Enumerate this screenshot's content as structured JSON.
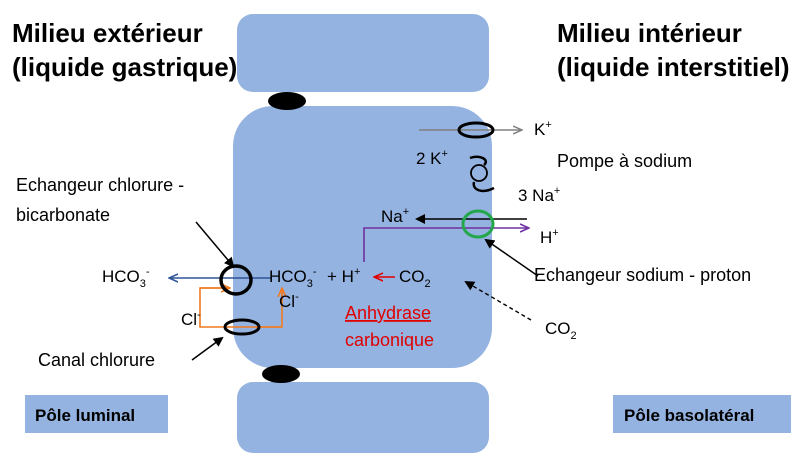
{
  "headers": {
    "left_line1": "Milieu extérieur",
    "left_line2": "(liquide gastrique)",
    "right_line1": "Milieu intérieur",
    "right_line2": "(liquide interstitiel)"
  },
  "labels": {
    "echangeur_cl_line1": "Echangeur chlorure -",
    "echangeur_cl_line2": "bicarbonate",
    "canal_chlorure": "Canal chlorure",
    "pompe_sodium": "Pompe à sodium",
    "echangeur_na": "Echangeur sodium - proton",
    "anhydrase_line1": "Anhydrase",
    "anhydrase_line2": "carbonique"
  },
  "poles": {
    "luminal": "Pôle luminal",
    "basolateral": "Pôle basolatéral"
  },
  "chemistry": {
    "hco3_out": "HCO",
    "hco3_out_sub": "3",
    "hco3_out_sup": "-",
    "hco3_in": "HCO",
    "hco3_in_sub": "3",
    "hco3_in_sup": "-",
    "plus": "+ H",
    "plus_sup": "+",
    "co2_in": "CO",
    "co2_in_sub": "2",
    "co2_out": "CO",
    "co2_out_sub": "2",
    "cl_in": "Cl",
    "cl_in_sup": "-",
    "cl_out": "Cl",
    "cl_out_sup": "-",
    "k_out": "K",
    "k_out_sup": "+",
    "k_in": "2 K",
    "k_in_sup": "+",
    "na_out": "3 Na",
    "na_out_sup": "+",
    "na_in": "Na",
    "na_in_sup": "+",
    "h_out": "H",
    "h_out_sup": "+"
  },
  "colors": {
    "cell": "#95b3e0",
    "pole_box": "#95b3e0",
    "chloride_arrow": "#f07a22",
    "proton_arrow": "#7030a0",
    "hco3_arrow": "#2f5597",
    "potassium_arrow": "#808080",
    "exchanger_na": "#22a84a",
    "reaction_arrow": "#e00000"
  }
}
